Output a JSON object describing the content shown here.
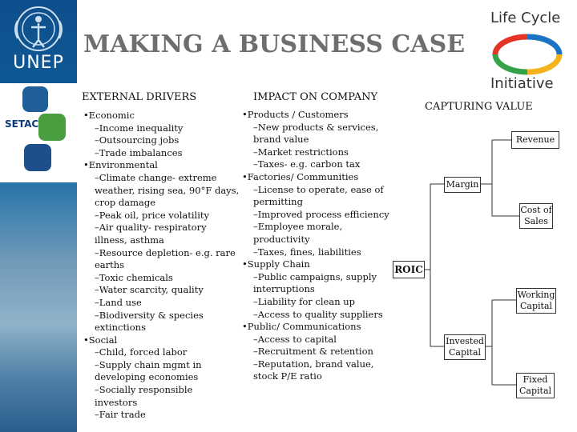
{
  "header": {
    "title": "MAKING A BUSINESS CASE",
    "logo_unep": "UNEP",
    "logo_setac": "SETAC",
    "logo_lci_line1": "Life Cycle",
    "logo_lci_line2": "Initiative"
  },
  "columns": {
    "external": {
      "heading": "EXTERNAL DRIVERS",
      "lines": [
        {
          "t": "b",
          "text": "•Economic"
        },
        {
          "t": "s",
          "text": "–Income inequality"
        },
        {
          "t": "s",
          "text": "–Outsourcing jobs"
        },
        {
          "t": "s",
          "text": "–Trade imbalances"
        },
        {
          "t": "b",
          "text": "•Environmental"
        },
        {
          "t": "s",
          "text": "–Climate change- extreme"
        },
        {
          "t": "s2",
          "text": "weather, rising sea, 90°F days,"
        },
        {
          "t": "s2",
          "text": "crop damage"
        },
        {
          "t": "s",
          "text": "–Peak oil, price volatility"
        },
        {
          "t": "s",
          "text": "–Air quality- respiratory"
        },
        {
          "t": "s2",
          "text": "illness, asthma"
        },
        {
          "t": "s",
          "text": "–Resource depletion- e.g. rare"
        },
        {
          "t": "s2",
          "text": "earths"
        },
        {
          "t": "s",
          "text": "–Toxic chemicals"
        },
        {
          "t": "s",
          "text": "–Water scarcity, quality"
        },
        {
          "t": "s",
          "text": "–Land use"
        },
        {
          "t": "s",
          "text": "–Biodiversity & species"
        },
        {
          "t": "s2",
          "text": "extinctions"
        },
        {
          "t": "b",
          "text": "•Social"
        },
        {
          "t": "s",
          "text": "–Child, forced labor"
        },
        {
          "t": "s",
          "text": "–Supply chain mgmt in"
        },
        {
          "t": "s2",
          "text": "developing economies"
        },
        {
          "t": "s",
          "text": "–Socially responsible"
        },
        {
          "t": "s2",
          "text": "investors"
        },
        {
          "t": "s",
          "text": "–Fair trade"
        }
      ]
    },
    "impact": {
      "heading": "IMPACT ON COMPANY",
      "lines": [
        {
          "t": "b",
          "text": "•Products / Customers"
        },
        {
          "t": "s",
          "text": "–New products & services,"
        },
        {
          "t": "s2",
          "text": "brand value"
        },
        {
          "t": "s",
          "text": "–Market restrictions"
        },
        {
          "t": "s",
          "text": "–Taxes- e.g. carbon tax"
        },
        {
          "t": "b",
          "text": "•Factories/ Communities"
        },
        {
          "t": "s",
          "text": "–License to operate, ease of"
        },
        {
          "t": "s2",
          "text": "permitting"
        },
        {
          "t": "s",
          "text": "–Improved process efficiency"
        },
        {
          "t": "s",
          "text": "–Employee morale,"
        },
        {
          "t": "s2",
          "text": "productivity"
        },
        {
          "t": "s",
          "text": "–Taxes, fines, liabilities"
        },
        {
          "t": "b",
          "text": "•Supply Chain"
        },
        {
          "t": "s",
          "text": "–Public campaigns, supply"
        },
        {
          "t": "s2",
          "text": "interruptions"
        },
        {
          "t": "s",
          "text": "–Liability for clean up"
        },
        {
          "t": "s",
          "text": "–Access to quality suppliers"
        },
        {
          "t": "b",
          "text": "•Public/ Communications"
        },
        {
          "t": "s",
          "text": "–Access to capital"
        },
        {
          "t": "s",
          "text": "–Recruitment & retention"
        },
        {
          "t": "s",
          "text": "–Reputation, brand value,"
        },
        {
          "t": "s2",
          "text": "stock P/E ratio"
        }
      ]
    },
    "value": {
      "heading": "CAPTURING VALUE",
      "roic": "ROIC",
      "margin": "Margin",
      "invested": "Invested Capital",
      "revenue": "Revenue",
      "cost_of_sales": "Cost of Sales",
      "working_capital": "Working Capital",
      "fixed_capital": "Fixed Capital"
    }
  }
}
